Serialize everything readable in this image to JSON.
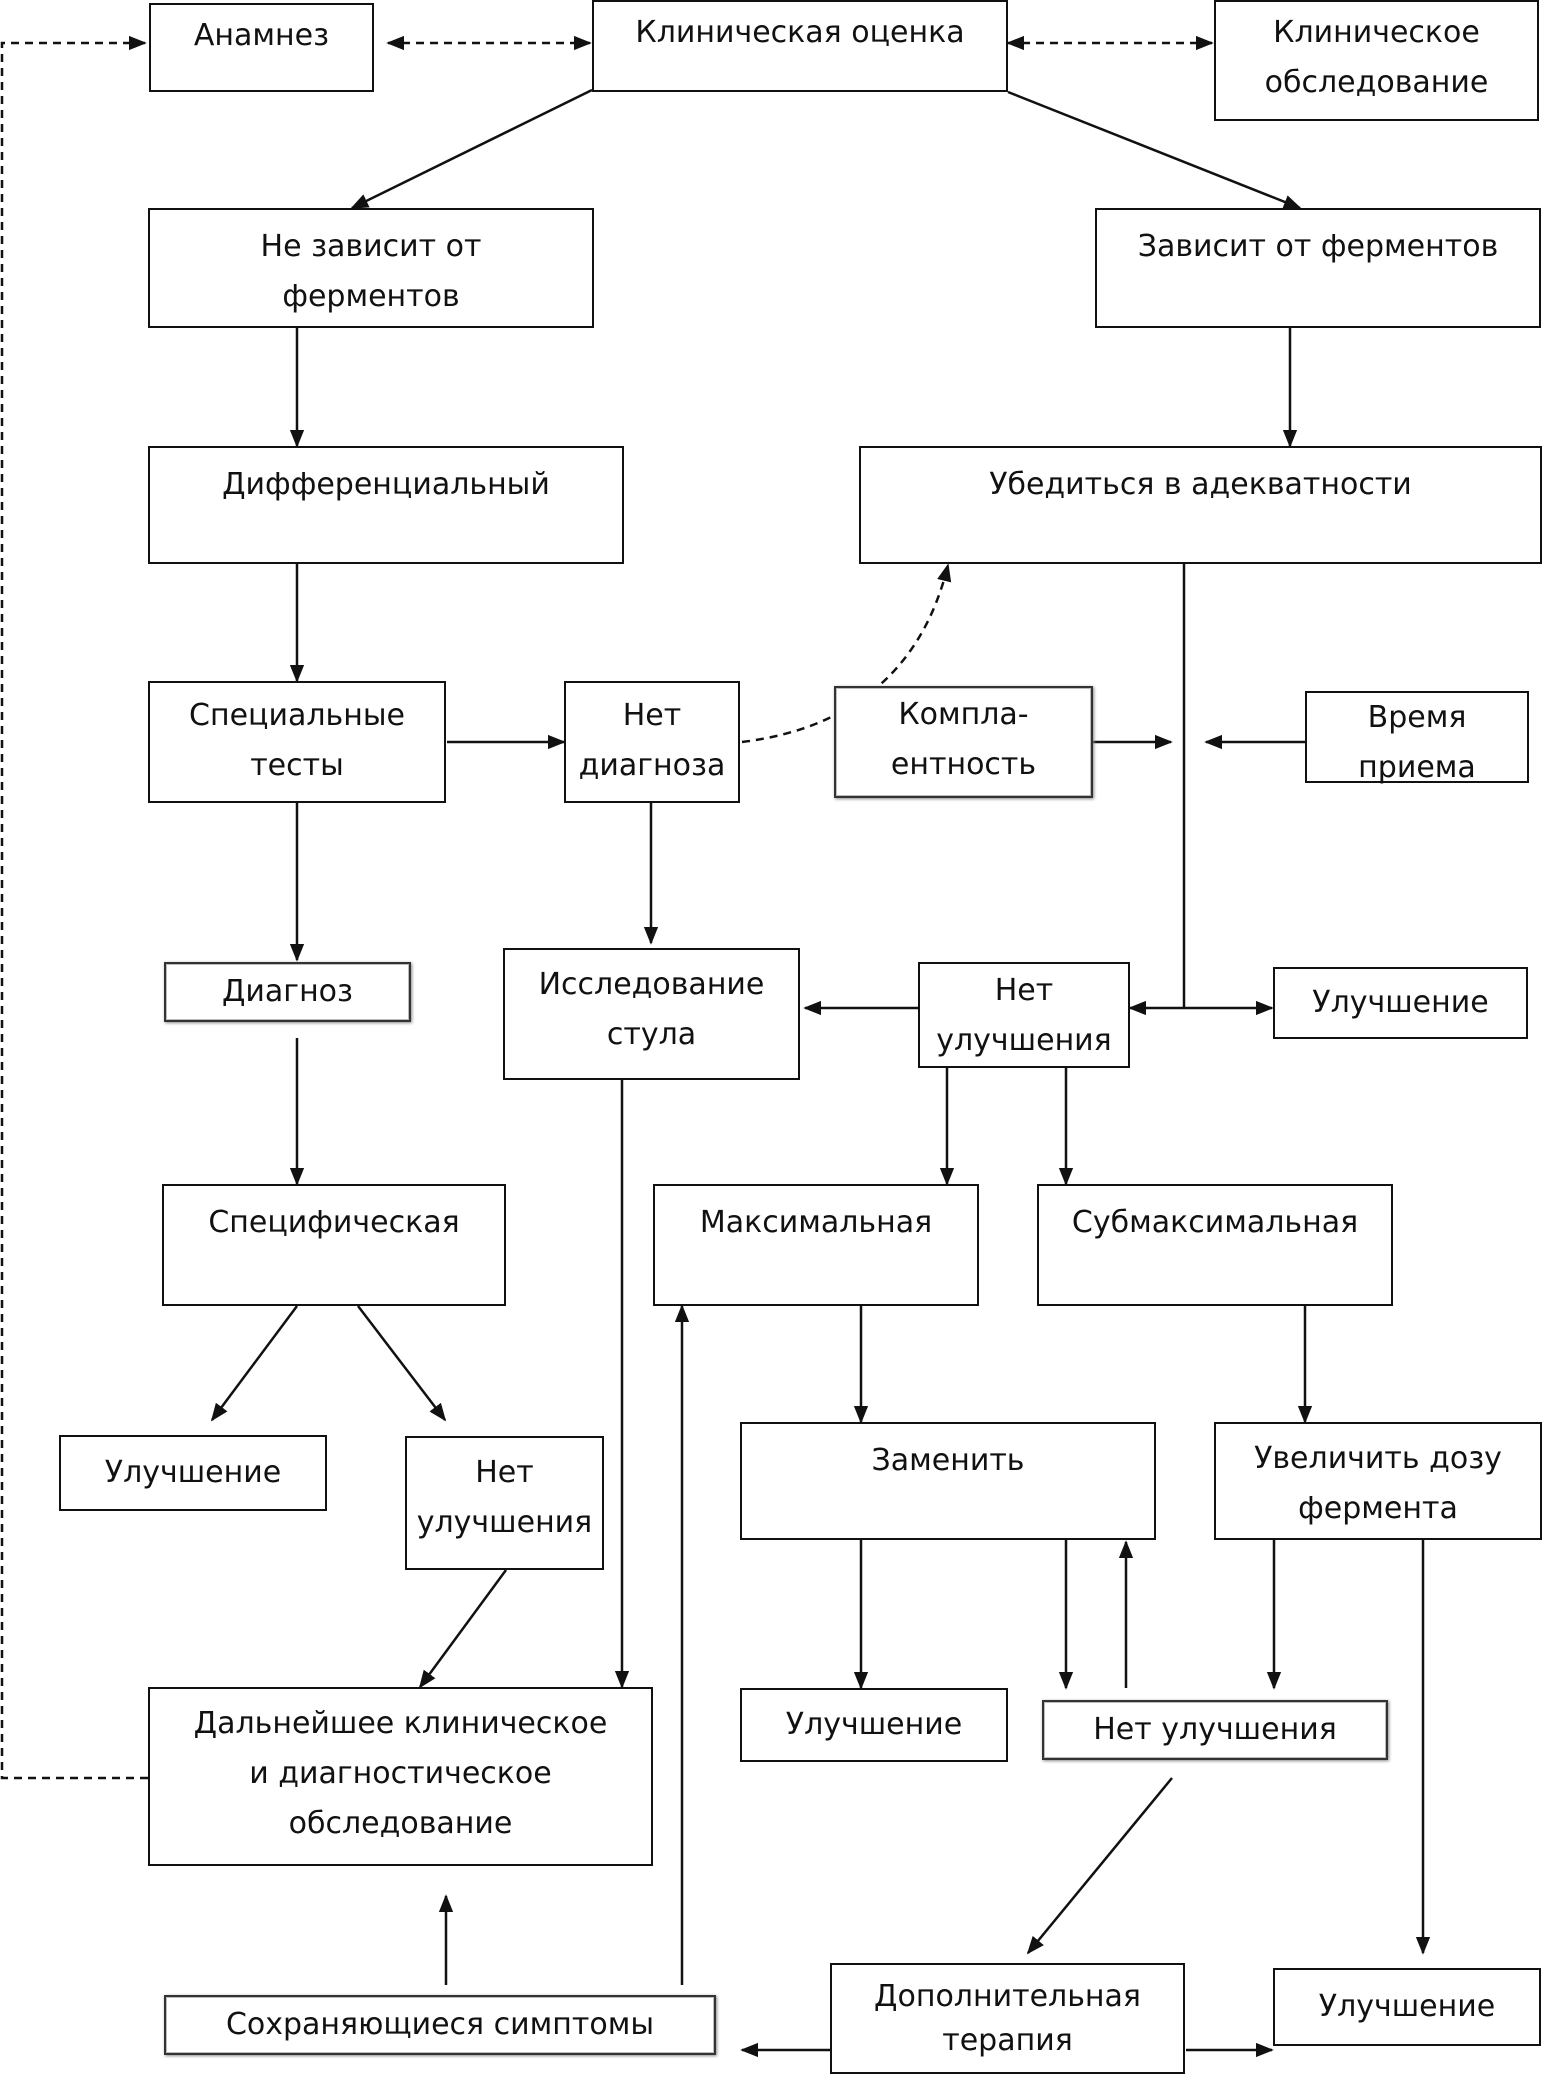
{
  "nodes": {
    "anamnesis": [
      "Анамнез"
    ],
    "clinical_assessment": [
      "Клиническая оценка"
    ],
    "clinical_exam": [
      "Клиническое",
      "обследование"
    ],
    "not_enzyme_dependent": [
      "Не зависит от",
      "ферментов"
    ],
    "enzyme_dependent": [
      "Зависит от ферментов"
    ],
    "differential": [
      "Дифференциальный"
    ],
    "ensure_adequacy": [
      "Убедиться в адекватности"
    ],
    "special_tests": [
      "Специальные",
      "тесты"
    ],
    "no_diagnosis": [
      "Нет",
      "диагноза"
    ],
    "compliance": [
      "Компла-",
      "ентность"
    ],
    "intake_time": [
      "Время",
      "приема"
    ],
    "diagnosis": [
      "Диагноз"
    ],
    "stool_study": [
      "Исследование",
      "стула"
    ],
    "no_improvement_top": [
      "Нет",
      "улучшения"
    ],
    "improvement_top": [
      "Улучшение"
    ],
    "specific": [
      "Специфическая"
    ],
    "maximal": [
      "Максимальная"
    ],
    "submaximal": [
      "Субмаксимальная"
    ],
    "improvement_left": [
      "Улучшение"
    ],
    "no_improvement_left": [
      "Нет",
      "улучшения"
    ],
    "replace": [
      "Заменить"
    ],
    "increase_dose": [
      "Увеличить дозу",
      "фермента"
    ],
    "further_exam": [
      "Дальнейшее клиническое",
      "и диагностическое",
      "обследование"
    ],
    "improvement_mid": [
      "Улучшение"
    ],
    "no_improvement_mid": [
      "Нет улучшения"
    ],
    "persistent_symptoms": [
      "Сохраняющиеся симптомы"
    ],
    "additional_therapy": [
      "Дополнительная",
      "терапия"
    ],
    "improvement_bottom": [
      "Улучшение"
    ]
  }
}
